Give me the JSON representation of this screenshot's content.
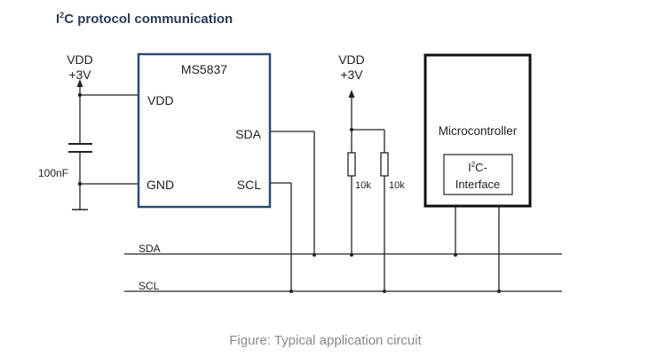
{
  "title": {
    "prefix": "I",
    "sup": "2",
    "rest": "C protocol communication"
  },
  "sensor": {
    "name": "MS5837",
    "pins": {
      "vdd": "VDD",
      "gnd": "GND",
      "sda": "SDA",
      "scl": "SCL"
    }
  },
  "supply_left": {
    "line1": "VDD",
    "line2": "+3V"
  },
  "capacitor": {
    "value": "100nF"
  },
  "supply_right": {
    "line1": "VDD",
    "line2": "+3V"
  },
  "resistors": [
    {
      "value": "10k"
    },
    {
      "value": "10k"
    }
  ],
  "microcontroller": {
    "name": "Microcontroller",
    "interface_line1": "I",
    "interface_sup": "2",
    "interface_line1_rest": "C-",
    "interface_line2": "Interface"
  },
  "bus": {
    "sda": "SDA",
    "scl": "SCL"
  },
  "caption": "Figure: Typical application circuit",
  "colors": {
    "sensor_border": "#2b4a75",
    "title": "#2b3a55",
    "wire": "#222222",
    "caption": "#888888"
  }
}
